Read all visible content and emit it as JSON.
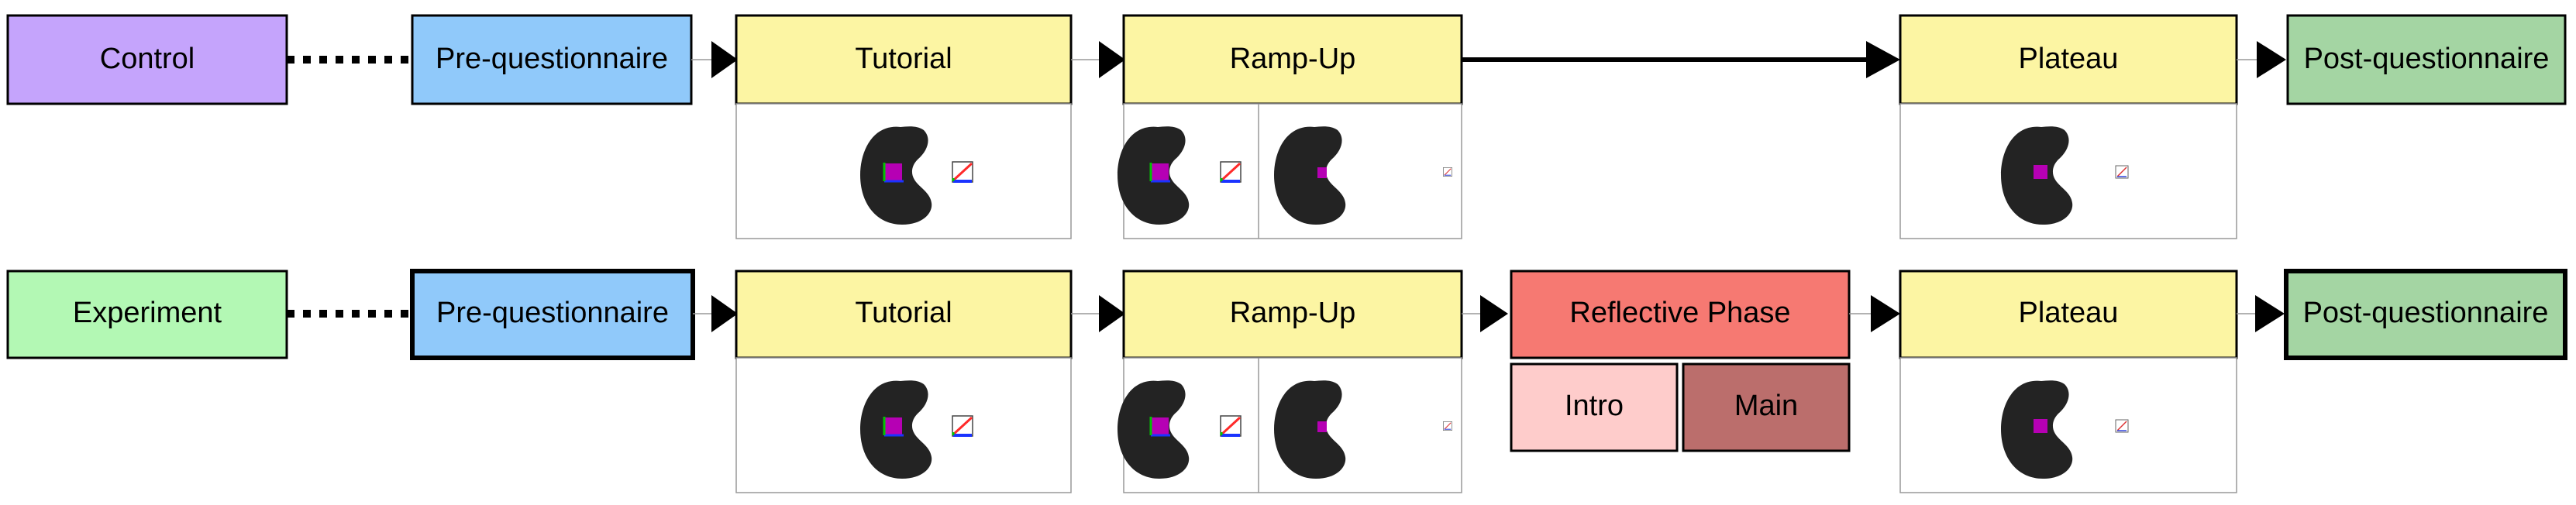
{
  "colors": {
    "control": "#c5a4fc",
    "experiment": "#b3f8b4",
    "pre_questionnaire": "#90c9fa",
    "phase": "#fcf5a3",
    "reflective": "#f67972",
    "intro": "#fecccb",
    "main": "#bb6e6c",
    "post_questionnaire": "#a4d5a3",
    "kidney": "#232323",
    "marker": "#b600b4"
  },
  "rows": [
    {
      "group": "Control",
      "pre_questionnaire": "Pre-questionnaire",
      "tutorial": "Tutorial",
      "ramp_up": "Ramp-Up",
      "plateau": "Plateau",
      "post_questionnaire": "Post-questionnaire"
    },
    {
      "group": "Experiment",
      "pre_questionnaire": "Pre-questionnaire",
      "tutorial": "Tutorial",
      "ramp_up": "Ramp-Up",
      "reflective_phase": "Reflective Phase",
      "reflective_intro": "Intro",
      "reflective_main": "Main",
      "plateau": "Plateau",
      "post_questionnaire": "Post-questionnaire"
    }
  ],
  "icons": {
    "kidney": "kidney-icon",
    "scale_large": "scale-large-icon",
    "scale_small": "scale-small-icon",
    "scale_tiny": "scale-tiny-icon"
  }
}
